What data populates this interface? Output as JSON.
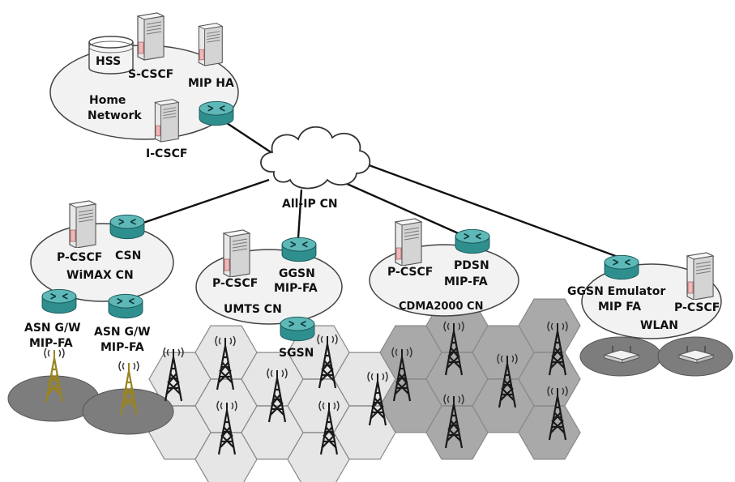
{
  "labels": {
    "hss": "HSS",
    "s_cscf": "S-CSCF",
    "mip_ha": "MIP HA",
    "home_network_1": "Home",
    "home_network_2": "Network",
    "i_cscf": "I-CSCF",
    "all_ip_cn": "All-IP CN",
    "wimax_pcscf": "P-CSCF",
    "csn": "CSN",
    "wimax_cn": "WiMAX CN",
    "asn1_l1": "ASN G/W",
    "asn1_l2": "MIP-FA",
    "asn2_l1": "ASN G/W",
    "asn2_l2": "MIP-FA",
    "umts_pcscf": "P-CSCF",
    "ggsn": "GGSN",
    "ggsn_mipfa": "MIP-FA",
    "umts_cn": "UMTS CN",
    "sgsn": "SGSN",
    "cdma_pcscf": "P-CSCF",
    "pdsn": "PDSN",
    "pdsn_mipfa": "MIP-FA",
    "cdma_cn": "CDMA2000 CN",
    "ggsn_emulator": "GGSN Emulator",
    "wlan_mipfa": "MIP FA",
    "wlan_pcscf": "P-CSCF",
    "wlan": "WLAN"
  },
  "colors": {
    "router": "#2f8f8f",
    "router_top": "#5fb8b8",
    "ellipse_fill": "#f2f2f2",
    "hex_light": "#e6e6e6",
    "hex_dark": "#a9a9a9",
    "coverage_disc": "#7d7d7d",
    "tower": "#1a1a1a",
    "wimax_tower": "#b8a030"
  }
}
